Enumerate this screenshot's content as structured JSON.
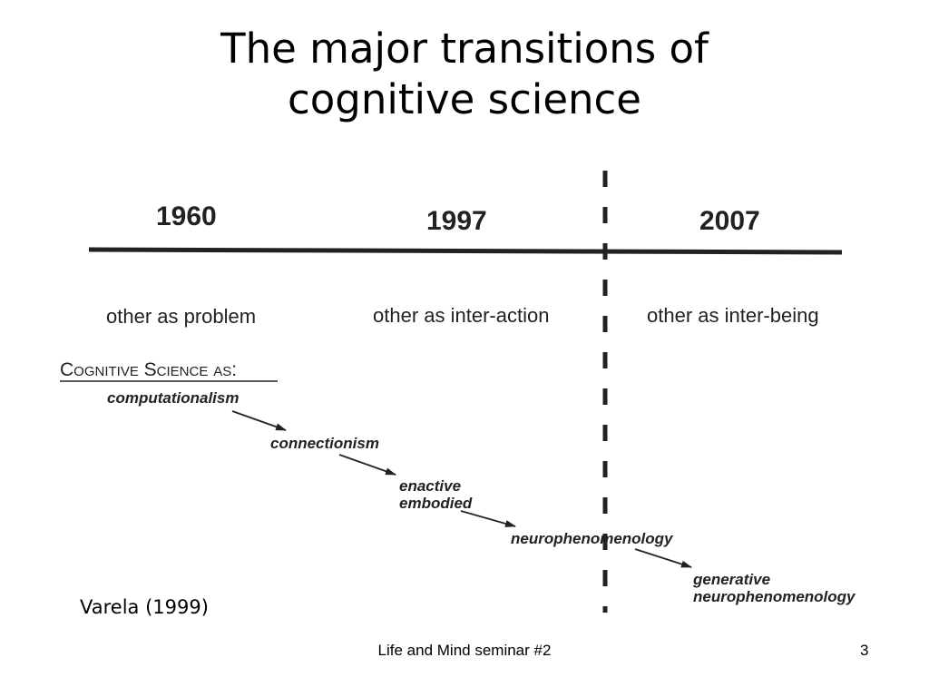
{
  "slide": {
    "title_lines": [
      "The major transitions of",
      "cognitive science"
    ],
    "citation": "Varela (1999)",
    "footer": "Life and Mind seminar #2",
    "page_number": "3"
  },
  "diagram": {
    "years": [
      "1960",
      "1997",
      "2007"
    ],
    "phases": [
      "other as problem",
      "other as inter-action",
      "other as inter-being"
    ],
    "heading": "Cognitive Science as:",
    "stages": [
      [
        "computationalism"
      ],
      [
        "connectionism"
      ],
      [
        "enactive",
        "embodied"
      ],
      [
        "neurophenomenology"
      ],
      [
        "generative",
        "neurophenomenology"
      ]
    ]
  },
  "colors": {
    "ink": "#222222"
  }
}
